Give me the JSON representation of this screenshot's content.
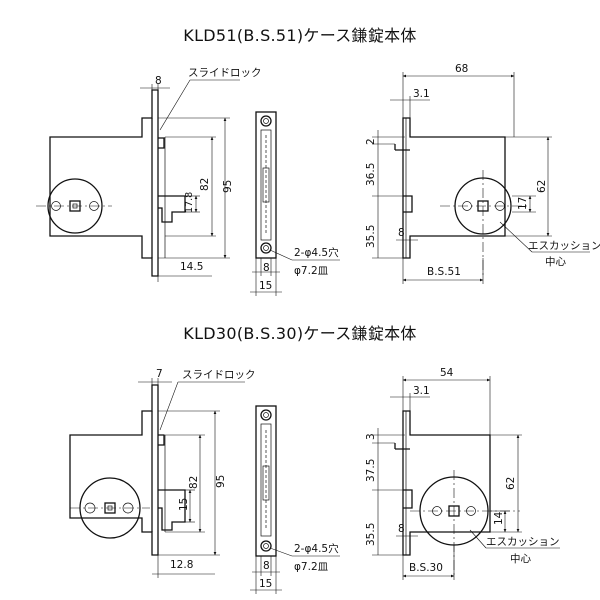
{
  "diagrams": [
    {
      "title": "KLD51(B.S.51)ケース鎌錠本体",
      "dims": {
        "w8": "8",
        "slide": "スライドロック",
        "h95": "95",
        "h82": "82",
        "h17_8": "17.8",
        "w14_5": "14.5",
        "w8b": "8",
        "w15": "15",
        "holes": "2-φ4.5穴",
        "counter": "φ7.2皿",
        "w68": "68",
        "w3_1": "3.1",
        "v2": "2",
        "v36_5": "36.5",
        "v35_5": "35.5",
        "w8c": "8",
        "v62": "62",
        "v17": "17",
        "bs": "B.S.51",
        "esc": "エスカッション",
        "center": "中心"
      }
    },
    {
      "title": "KLD30(B.S.30)ケース鎌錠本体",
      "dims": {
        "w7": "7",
        "slide": "スライドロック",
        "h95": "95",
        "h82": "82",
        "h15": "15",
        "w12_8": "12.8",
        "w8b": "8",
        "w15": "15",
        "holes": "2-φ4.5穴",
        "counter": "φ7.2皿",
        "w54": "54",
        "w3_1": "3.1",
        "v3": "3",
        "v37_5": "37.5",
        "v35_5": "35.5",
        "w8c": "8",
        "v62": "62",
        "v14": "14",
        "bs": "B.S.30",
        "esc": "エスカッション",
        "center": "中心"
      }
    }
  ]
}
